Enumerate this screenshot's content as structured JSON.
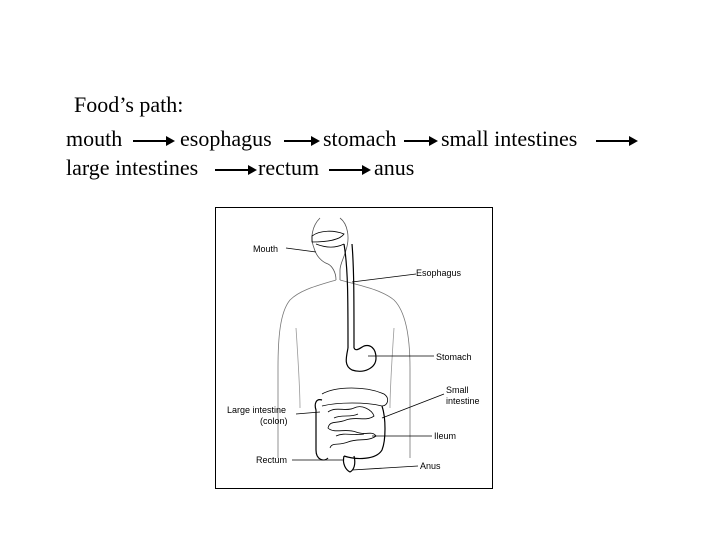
{
  "heading": "Food’s path:",
  "path_steps": [
    "mouth",
    "esophagus",
    "stomach",
    "small intestines",
    "large intestines",
    "rectum",
    "anus"
  ],
  "diagram": {
    "labels": {
      "mouth": "Mouth",
      "esophagus": "Esophagus",
      "stomach": "Stomach",
      "small_intestine_1": "Small",
      "small_intestine_2": "intestine",
      "large_intestine_1": "Large intestine",
      "large_intestine_2": "(colon)",
      "ileum": "Ileum",
      "rectum": "Rectum",
      "anus": "Anus"
    }
  }
}
